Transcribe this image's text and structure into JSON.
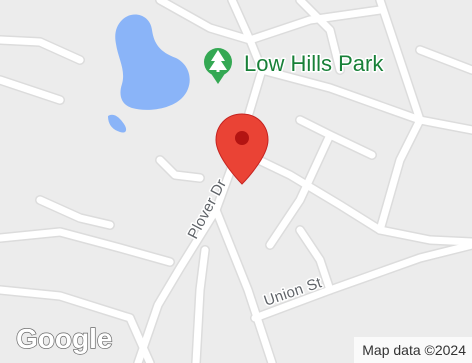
{
  "map": {
    "park_name": "Low Hills Park",
    "road_labels": [
      "Plover Dr",
      "Union St"
    ],
    "attribution": "Map data ©2024",
    "logo_text": "Google"
  },
  "colors": {
    "background": "#ececec",
    "road": "#ffffff",
    "water": "#8ab4f8",
    "park_accent": "#34a853",
    "park_text": "#188038",
    "marker": "#ea4335",
    "marker_center": "#b31412"
  },
  "icons": {
    "park_marker": "tree-icon",
    "location_pin": "location-pin-icon"
  }
}
